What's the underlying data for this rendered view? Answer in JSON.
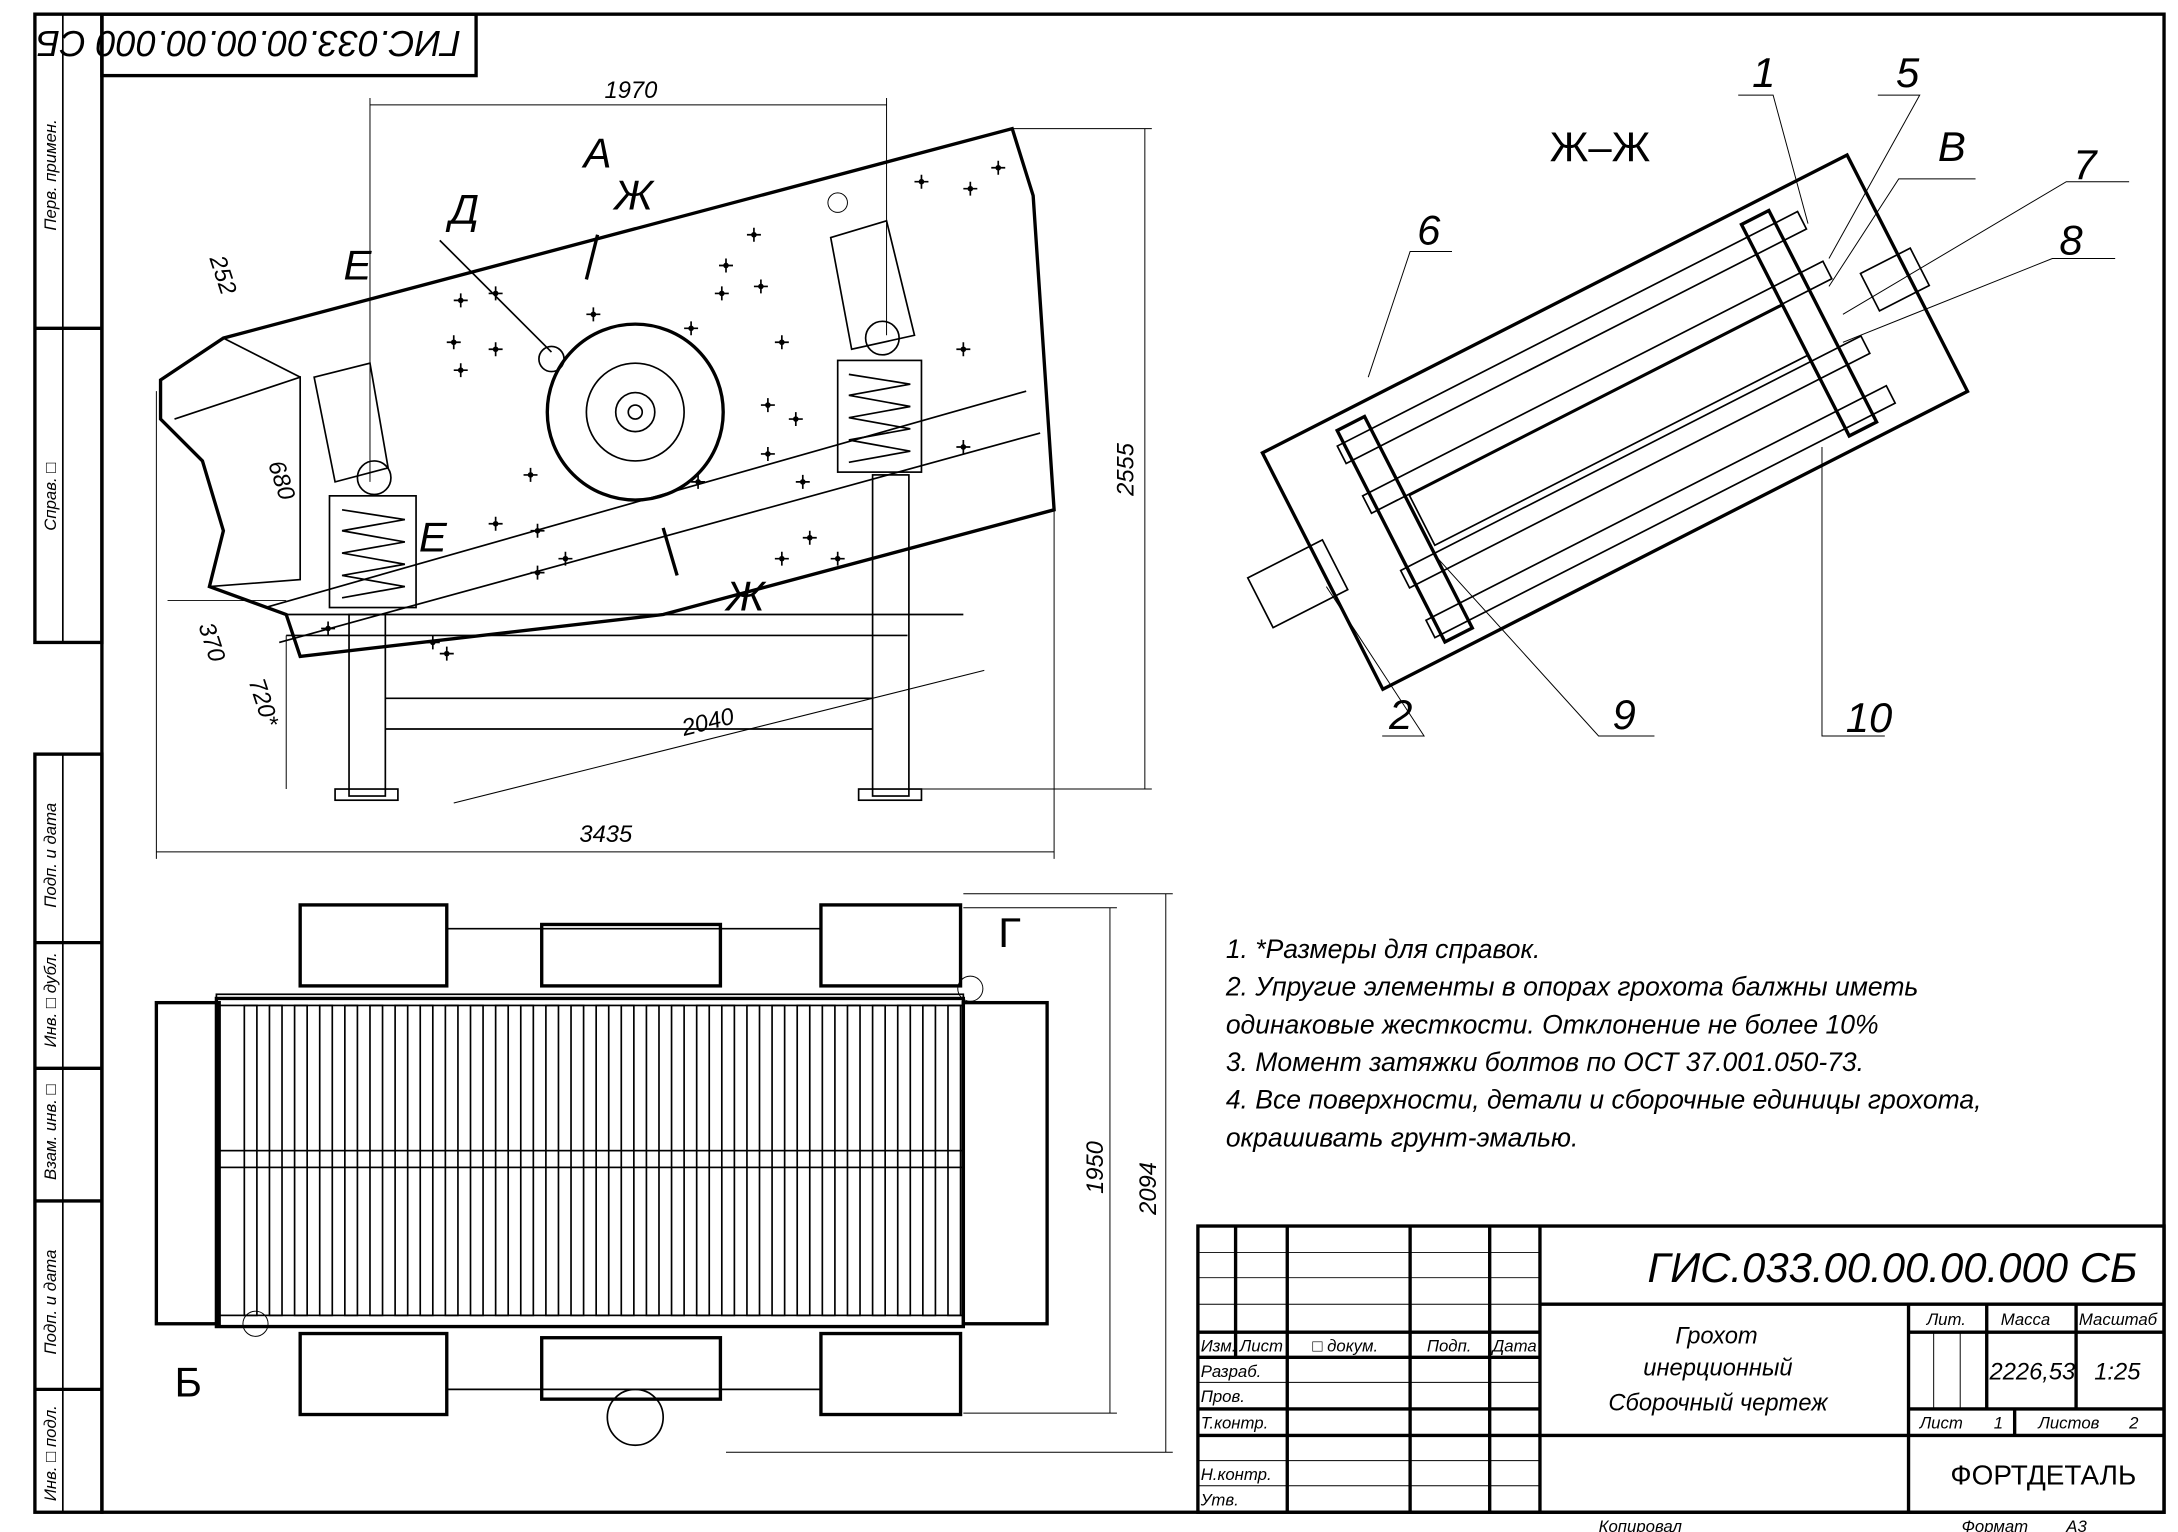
{
  "stamp_rotated": "ГИС.033.00.00.00.000 СБ",
  "side_strip": {
    "top": [
      "Перв. примен.",
      "Справ. □"
    ],
    "bottom": [
      "Подп. и дата",
      "Инв. □ дубл.",
      "Взам. инв. □",
      "Подп. и дата",
      "Инв. □ подл."
    ]
  },
  "side_view": {
    "dims": {
      "d1970": "1970",
      "d2555": "2555",
      "d3435": "3435",
      "d2040": "2040",
      "d252": "252",
      "d680": "680",
      "d370": "370",
      "d720": "720*"
    },
    "labels": {
      "D": "Д",
      "A": "А",
      "Zh1": "Ж",
      "E1": "Е",
      "E2": "Е",
      "Zh2": "Ж"
    }
  },
  "section_view": {
    "title": "Ж–Ж",
    "callouts": {
      "c1": "1",
      "c5": "5",
      "cB": "В",
      "c7": "7",
      "c8": "8",
      "c6": "6",
      "c2": "2",
      "c9": "9",
      "c10": "10"
    }
  },
  "plan_view": {
    "dims": {
      "d1950": "1950",
      "d2094": "2094"
    },
    "labels": {
      "G": "Г",
      "B": "Б"
    }
  },
  "notes": [
    "1. *Размеры для справок.",
    "2. Упругие элементы в опорах грохота балжны иметь",
    "одинаковые жесткости. Отклонение не более 10%",
    "3. Момент затяжки болтов по ОСТ 37.001.050-73.",
    "4. Все поверхности, детали и сборочные единицы грохота,",
    "окрашивать грунт-эмалью."
  ],
  "title_block": {
    "designation": "ГИС.033.00.00.00.000 СБ",
    "name": [
      "Грохот",
      "инерционный",
      "Сборочный чертеж"
    ],
    "headers": {
      "izm": "Изм.",
      "list": "Лист",
      "doc": "□ докум.",
      "podp": "Подп.",
      "date": "Дата"
    },
    "roles": [
      "Разраб.",
      "Пров.",
      "Т.контр.",
      "Н.контр.",
      "Утв."
    ],
    "lit_label": "Лит.",
    "mass_label": "Масса",
    "scale_label": "Масштаб",
    "mass": "2226,53",
    "scale": "1:25",
    "sheet_label": "Лист",
    "sheet": "1",
    "sheets_label": "Листов",
    "sheets": "2",
    "company": "ФОРТДЕТАЛЬ",
    "copied": "Копировал",
    "format_label": "Формат",
    "format": "А3"
  }
}
